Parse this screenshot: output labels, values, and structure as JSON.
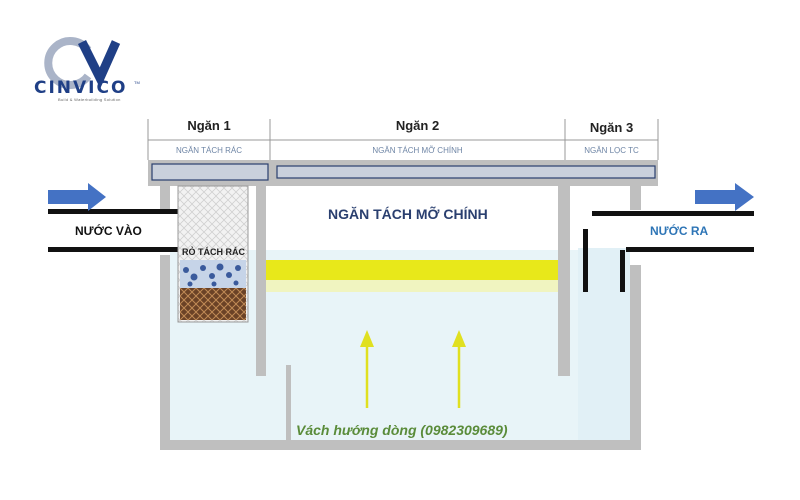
{
  "logo": {
    "name": "CINVICO",
    "trademark": "TM",
    "tagline": "Build & Waterbuilding Solution",
    "colors": {
      "dark": "#1f3f86",
      "light": "#aab4c8"
    }
  },
  "chambers": [
    {
      "title": "Ngăn 1",
      "subtitle": "NGĂN TÁCH RÁC"
    },
    {
      "title": "Ngăn 2",
      "subtitle": "NGĂN TÁCH MỠ CHÍNH"
    },
    {
      "title": "Ngăn 3",
      "subtitle": "NGĂN LỌC TC"
    }
  ],
  "labels": {
    "inlet": "NƯỚC VÀO",
    "outlet": "NƯỚC RA",
    "main_chamber": "NGĂN TÁCH MỠ CHÍNH",
    "basket": "RỎ TÁCH RÁC",
    "baffle": "Vách hướng dòng (0982309689)"
  },
  "colors": {
    "arrow_blue": "#4472c4",
    "wall": "#bfbfbf",
    "wall_dark": "#8c8c8c",
    "water": "#e8f4f8",
    "grease": "#e8e81a",
    "flow_arrow": "#e0e020",
    "baffle_text": "#5a8c3a",
    "outlet_text": "#2e75b6"
  }
}
